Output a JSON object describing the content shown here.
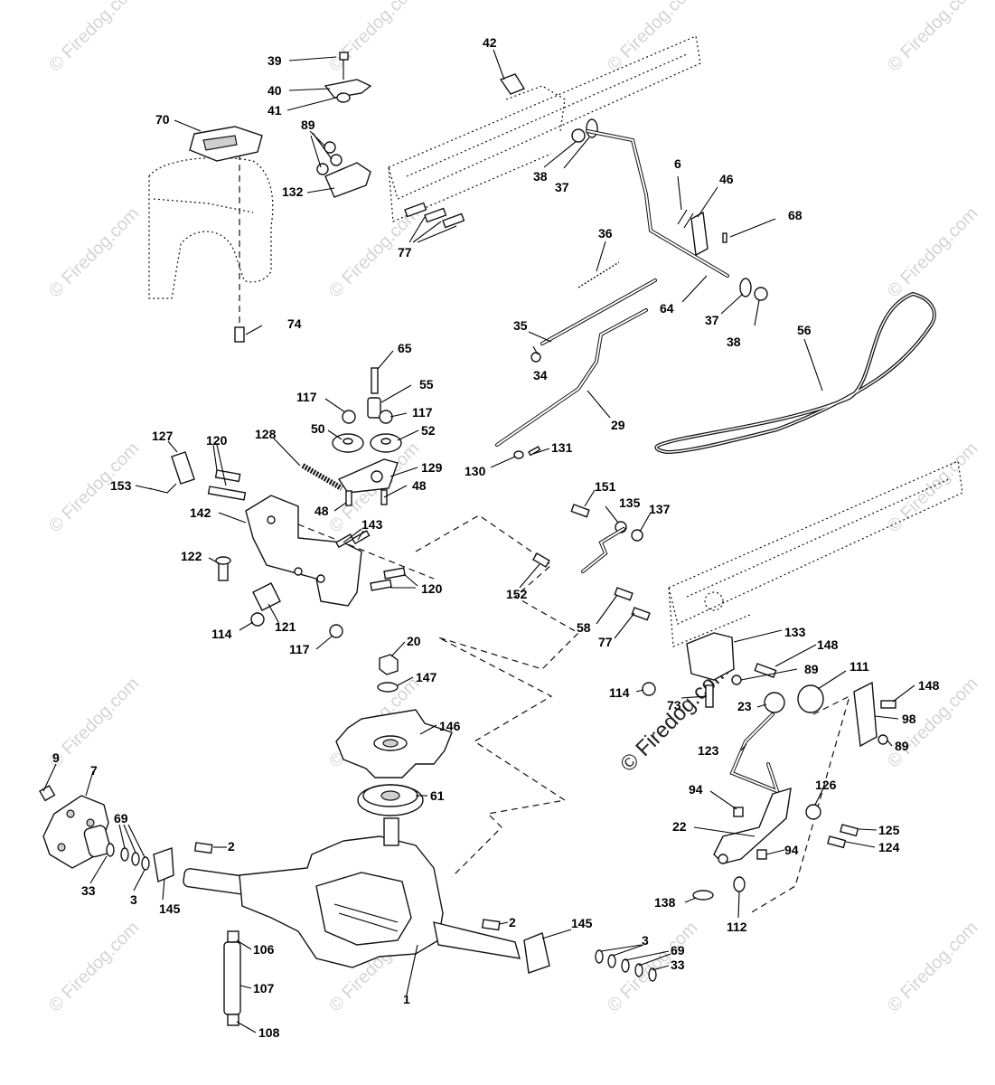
{
  "watermark": {
    "text": "© Firedog.com",
    "center_text": "© Firedog.com"
  },
  "callouts": [
    {
      "id": "39",
      "text": "39"
    },
    {
      "id": "40",
      "text": "40"
    },
    {
      "id": "41",
      "text": "41"
    },
    {
      "id": "42",
      "text": "42"
    },
    {
      "id": "70",
      "text": "70"
    },
    {
      "id": "89a",
      "text": "89"
    },
    {
      "id": "132",
      "text": "132"
    },
    {
      "id": "77a",
      "text": "77"
    },
    {
      "id": "38a",
      "text": "38"
    },
    {
      "id": "37a",
      "text": "37"
    },
    {
      "id": "6",
      "text": "6"
    },
    {
      "id": "46",
      "text": "46"
    },
    {
      "id": "68",
      "text": "68"
    },
    {
      "id": "36",
      "text": "36"
    },
    {
      "id": "64",
      "text": "64"
    },
    {
      "id": "37b",
      "text": "37"
    },
    {
      "id": "38b",
      "text": "38"
    },
    {
      "id": "56",
      "text": "56"
    },
    {
      "id": "74",
      "text": "74"
    },
    {
      "id": "35",
      "text": "35"
    },
    {
      "id": "34",
      "text": "34"
    },
    {
      "id": "65",
      "text": "65"
    },
    {
      "id": "55",
      "text": "55"
    },
    {
      "id": "117a",
      "text": "117"
    },
    {
      "id": "117b",
      "text": "117"
    },
    {
      "id": "50",
      "text": "50"
    },
    {
      "id": "52",
      "text": "52"
    },
    {
      "id": "29",
      "text": "29"
    },
    {
      "id": "127",
      "text": "127"
    },
    {
      "id": "120a",
      "text": "120"
    },
    {
      "id": "128",
      "text": "128"
    },
    {
      "id": "129",
      "text": "129"
    },
    {
      "id": "48a",
      "text": "48"
    },
    {
      "id": "48b",
      "text": "48"
    },
    {
      "id": "153",
      "text": "153"
    },
    {
      "id": "130",
      "text": "130"
    },
    {
      "id": "131",
      "text": "131"
    },
    {
      "id": "142",
      "text": "142"
    },
    {
      "id": "143",
      "text": "143"
    },
    {
      "id": "151",
      "text": "151"
    },
    {
      "id": "135",
      "text": "135"
    },
    {
      "id": "137",
      "text": "137"
    },
    {
      "id": "122",
      "text": "122"
    },
    {
      "id": "152",
      "text": "152"
    },
    {
      "id": "120b",
      "text": "120"
    },
    {
      "id": "114a",
      "text": "114"
    },
    {
      "id": "121",
      "text": "121"
    },
    {
      "id": "117c",
      "text": "117"
    },
    {
      "id": "58",
      "text": "58"
    },
    {
      "id": "77b",
      "text": "77"
    },
    {
      "id": "133",
      "text": "133"
    },
    {
      "id": "20",
      "text": "20"
    },
    {
      "id": "147",
      "text": "147"
    },
    {
      "id": "148a",
      "text": "148"
    },
    {
      "id": "89b",
      "text": "89"
    },
    {
      "id": "111",
      "text": "111"
    },
    {
      "id": "114b",
      "text": "114"
    },
    {
      "id": "73",
      "text": "73"
    },
    {
      "id": "23",
      "text": "23"
    },
    {
      "id": "148b",
      "text": "148"
    },
    {
      "id": "98",
      "text": "98"
    },
    {
      "id": "89c",
      "text": "89"
    },
    {
      "id": "146",
      "text": "146"
    },
    {
      "id": "123",
      "text": "123"
    },
    {
      "id": "9",
      "text": "9"
    },
    {
      "id": "7",
      "text": "7"
    },
    {
      "id": "61",
      "text": "61"
    },
    {
      "id": "126",
      "text": "126"
    },
    {
      "id": "94a",
      "text": "94"
    },
    {
      "id": "69a",
      "text": "69"
    },
    {
      "id": "2a",
      "text": "2"
    },
    {
      "id": "22",
      "text": "22"
    },
    {
      "id": "125",
      "text": "125"
    },
    {
      "id": "124",
      "text": "124"
    },
    {
      "id": "94b",
      "text": "94"
    },
    {
      "id": "33a",
      "text": "33"
    },
    {
      "id": "3a",
      "text": "3"
    },
    {
      "id": "145a",
      "text": "145"
    },
    {
      "id": "138",
      "text": "138"
    },
    {
      "id": "112",
      "text": "112"
    },
    {
      "id": "2b",
      "text": "2"
    },
    {
      "id": "145b",
      "text": "145"
    },
    {
      "id": "3b",
      "text": "3"
    },
    {
      "id": "69b",
      "text": "69"
    },
    {
      "id": "33b",
      "text": "33"
    },
    {
      "id": "106",
      "text": "106"
    },
    {
      "id": "107",
      "text": "107"
    },
    {
      "id": "1",
      "text": "1"
    },
    {
      "id": "108",
      "text": "108"
    }
  ]
}
